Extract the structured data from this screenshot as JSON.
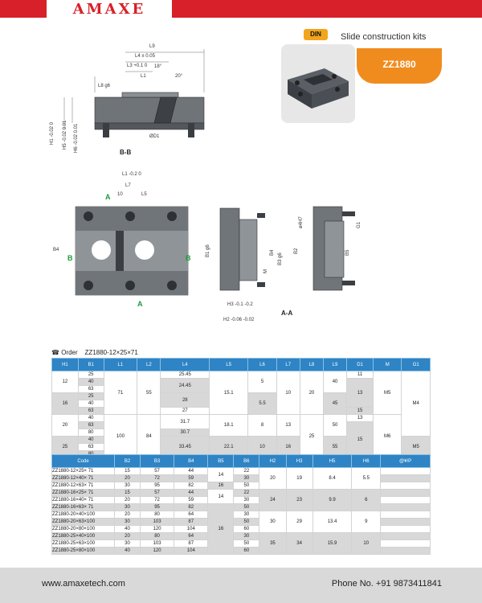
{
  "brand": {
    "logo": "AMAXE",
    "din": "DIN",
    "kit_title": "Slide construction kits",
    "code": "ZZ1880"
  },
  "drawing": {
    "bb_labels": [
      "L9",
      "L4 ± 0.05",
      "L3 +0.1 0",
      "L1",
      "18°",
      "20°",
      "L8 g6",
      "ØD1",
      "H1 -0.02 0",
      "H5 -0.02 0.01",
      "H6 -0.02 0.01"
    ],
    "bb_section": "B-B",
    "front_labels": [
      "L1 -0.2 0",
      "L7",
      "10",
      "L5",
      "B4",
      "A",
      "A",
      "B",
      "B"
    ],
    "side_labels": [
      "B1 g6",
      "B3 g6",
      "B4",
      "M",
      "H3 -0.1 -0.2",
      "H2 -0.06 -0.02",
      "ø4H7",
      "G1",
      "B2",
      "B5"
    ],
    "aa_section": "A-A"
  },
  "order": {
    "label": "Order",
    "example": "ZZ1880-12×25×71"
  },
  "table1": {
    "headers": [
      "H1",
      "B1",
      "L1",
      "L2",
      "L4",
      "L5",
      "L6",
      "L7",
      "L8",
      "L9",
      "D1",
      "M",
      "G1"
    ],
    "b1": [
      "25",
      "40",
      "63",
      "25",
      "40",
      "63",
      "40",
      "63",
      "80",
      "40",
      "63",
      "80"
    ],
    "l4": [
      "25.45",
      "24.45",
      "28",
      "27",
      "31.7",
      "30.7",
      "33.45"
    ],
    "h1": [
      "12",
      "16",
      "20",
      "25"
    ],
    "l1": [
      "71",
      "100"
    ],
    "l2": [
      "55",
      "84"
    ],
    "l5": [
      "15.1",
      "18.1",
      "22.1"
    ],
    "l6": [
      "5",
      "5.5",
      "8",
      "10"
    ],
    "l7": [
      "10",
      "13",
      "16"
    ],
    "l8": [
      "20",
      "25"
    ],
    "l9": [
      "40",
      "45",
      "50",
      "55"
    ],
    "d1": [
      "11",
      "13",
      "15",
      "13",
      "15"
    ],
    "m": [
      "M5",
      "M6"
    ],
    "g1": [
      "M4",
      "M5"
    ]
  },
  "table2": {
    "headers": [
      "Code",
      "B2",
      "B3",
      "B4",
      "B5",
      "B6",
      "H2",
      "H3",
      "H5",
      "H6",
      "@¥/P"
    ],
    "rows": [
      [
        "ZZ1880-12×25× 71",
        "15",
        "57",
        "44",
        "22"
      ],
      [
        "ZZ1880-12×40× 71",
        "20",
        "72",
        "59",
        "30"
      ],
      [
        "ZZ1880-12×63× 71",
        "30",
        "95",
        "82",
        "50"
      ],
      [
        "ZZ1880-16×25× 71",
        "15",
        "57",
        "44",
        "22"
      ],
      [
        "ZZ1880-16×40× 71",
        "20",
        "72",
        "59",
        "30"
      ],
      [
        "ZZ1880-16×63× 71",
        "30",
        "95",
        "82",
        "50"
      ],
      [
        "ZZ1880-20×40×100",
        "20",
        "80",
        "64",
        "30"
      ],
      [
        "ZZ1880-20×63×100",
        "30",
        "103",
        "87",
        "50"
      ],
      [
        "ZZ1880-20×80×100",
        "40",
        "120",
        "104",
        "60"
      ],
      [
        "ZZ1880-25×40×100",
        "20",
        "80",
        "64",
        "30"
      ],
      [
        "ZZ1880-25×63×100",
        "30",
        "103",
        "87",
        "50"
      ],
      [
        "ZZ1880-25×80×100",
        "40",
        "120",
        "104",
        "60"
      ]
    ],
    "b5": [
      "14",
      "16",
      "14",
      "16"
    ],
    "h2": [
      "20",
      "24",
      "30",
      "35"
    ],
    "h3": [
      "19",
      "23",
      "29",
      "34"
    ],
    "h5": [
      "8.4",
      "9.9",
      "13.4",
      "15.9"
    ],
    "h6": [
      "5.5",
      "6",
      "9",
      "10"
    ]
  },
  "footer": {
    "website": "www.amaxetech.com",
    "phone": "Phone No. +91 9873411841"
  },
  "colors": {
    "brand_red": "#d8202a",
    "accent_orange": "#f08c1e",
    "table_blue": "#2e84c4",
    "green_marker": "#1c9a3c"
  }
}
